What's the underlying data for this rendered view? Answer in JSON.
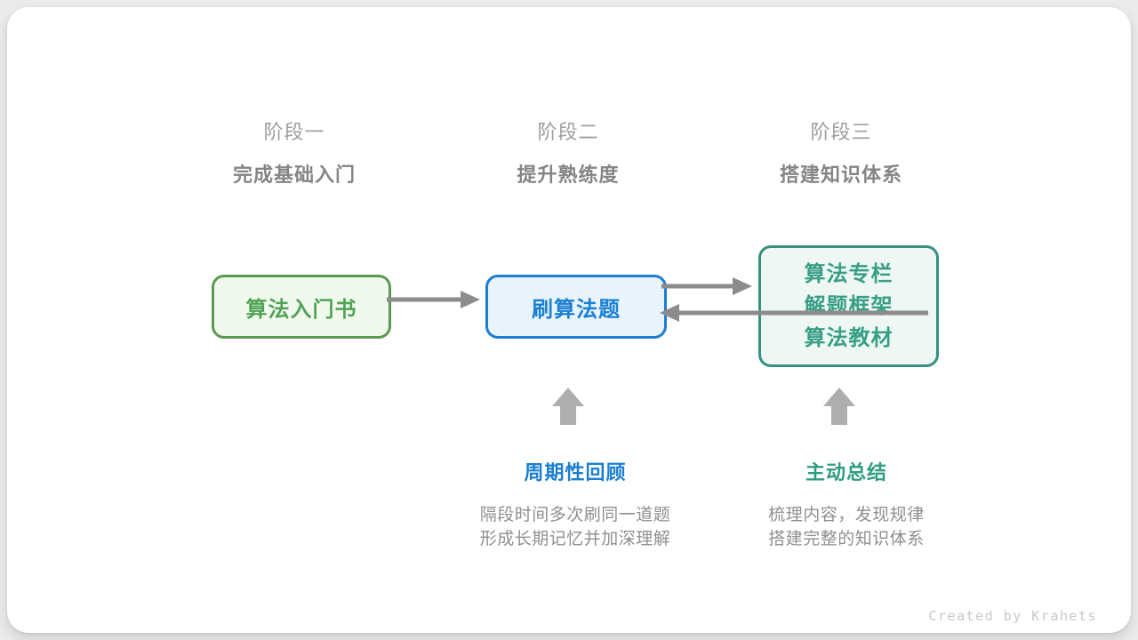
{
  "stages": [
    {
      "label": "阶段一",
      "subtitle": "完成基础入门"
    },
    {
      "label": "阶段二",
      "subtitle": "提升熟练度"
    },
    {
      "label": "阶段三",
      "subtitle": "搭建知识体系"
    }
  ],
  "nodes": {
    "box1": {
      "label": "算法入门书",
      "text_color": "#50a355",
      "border_color": "#5a9a50",
      "bg_color": "#f1f8ee"
    },
    "box2": {
      "label": "刷算法题",
      "text_color": "#1a80d4",
      "border_color": "#1c7dd2",
      "bg_color": "#e9f3fc"
    },
    "box3": {
      "lines": [
        "算法专栏",
        "解题框架",
        "算法教材"
      ],
      "text_color": "#389f86",
      "border_color": "#35917e",
      "bg_color": "#eef7f3"
    }
  },
  "annotations": [
    {
      "title": "周期性回顾",
      "title_color": "#1a7fd0",
      "desc_lines": [
        "隔段时间多次刷同一道题",
        "形成长期记忆并加深理解"
      ]
    },
    {
      "title": "主动总结",
      "title_color": "#2f9c7f",
      "desc_lines": [
        "梳理内容，发现规律",
        "搭建完整的知识体系"
      ]
    }
  ],
  "footer": {
    "credit": "Created by Krahets"
  },
  "colors": {
    "page_bg": "#ebebeb",
    "card_bg": "#ffffff",
    "flow_arrow": "#8c8c8c",
    "up_arrow": "#aeaeae",
    "stage_label": "#9e9e9e",
    "stage_subtitle": "#858585",
    "desc_text": "#8f8f8f",
    "credit_text": "#c8c8c8"
  }
}
